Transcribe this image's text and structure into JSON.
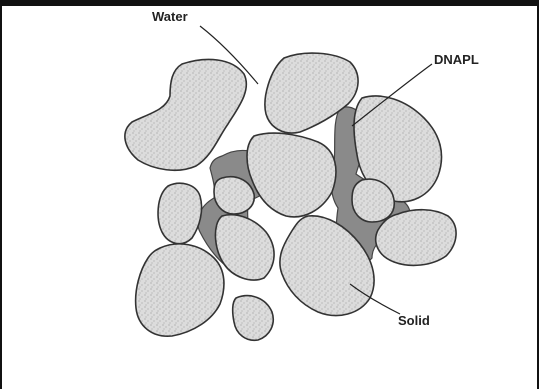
{
  "labels": {
    "water": "Water",
    "dnapl": "DNAPL",
    "solid": "Solid"
  },
  "colors": {
    "grain_fill": "#d9d9d9",
    "grain_speckle": "#9a9a9a",
    "dnapl_fill": "#8a8a8a",
    "outline": "#333333",
    "frame": "#111111"
  }
}
